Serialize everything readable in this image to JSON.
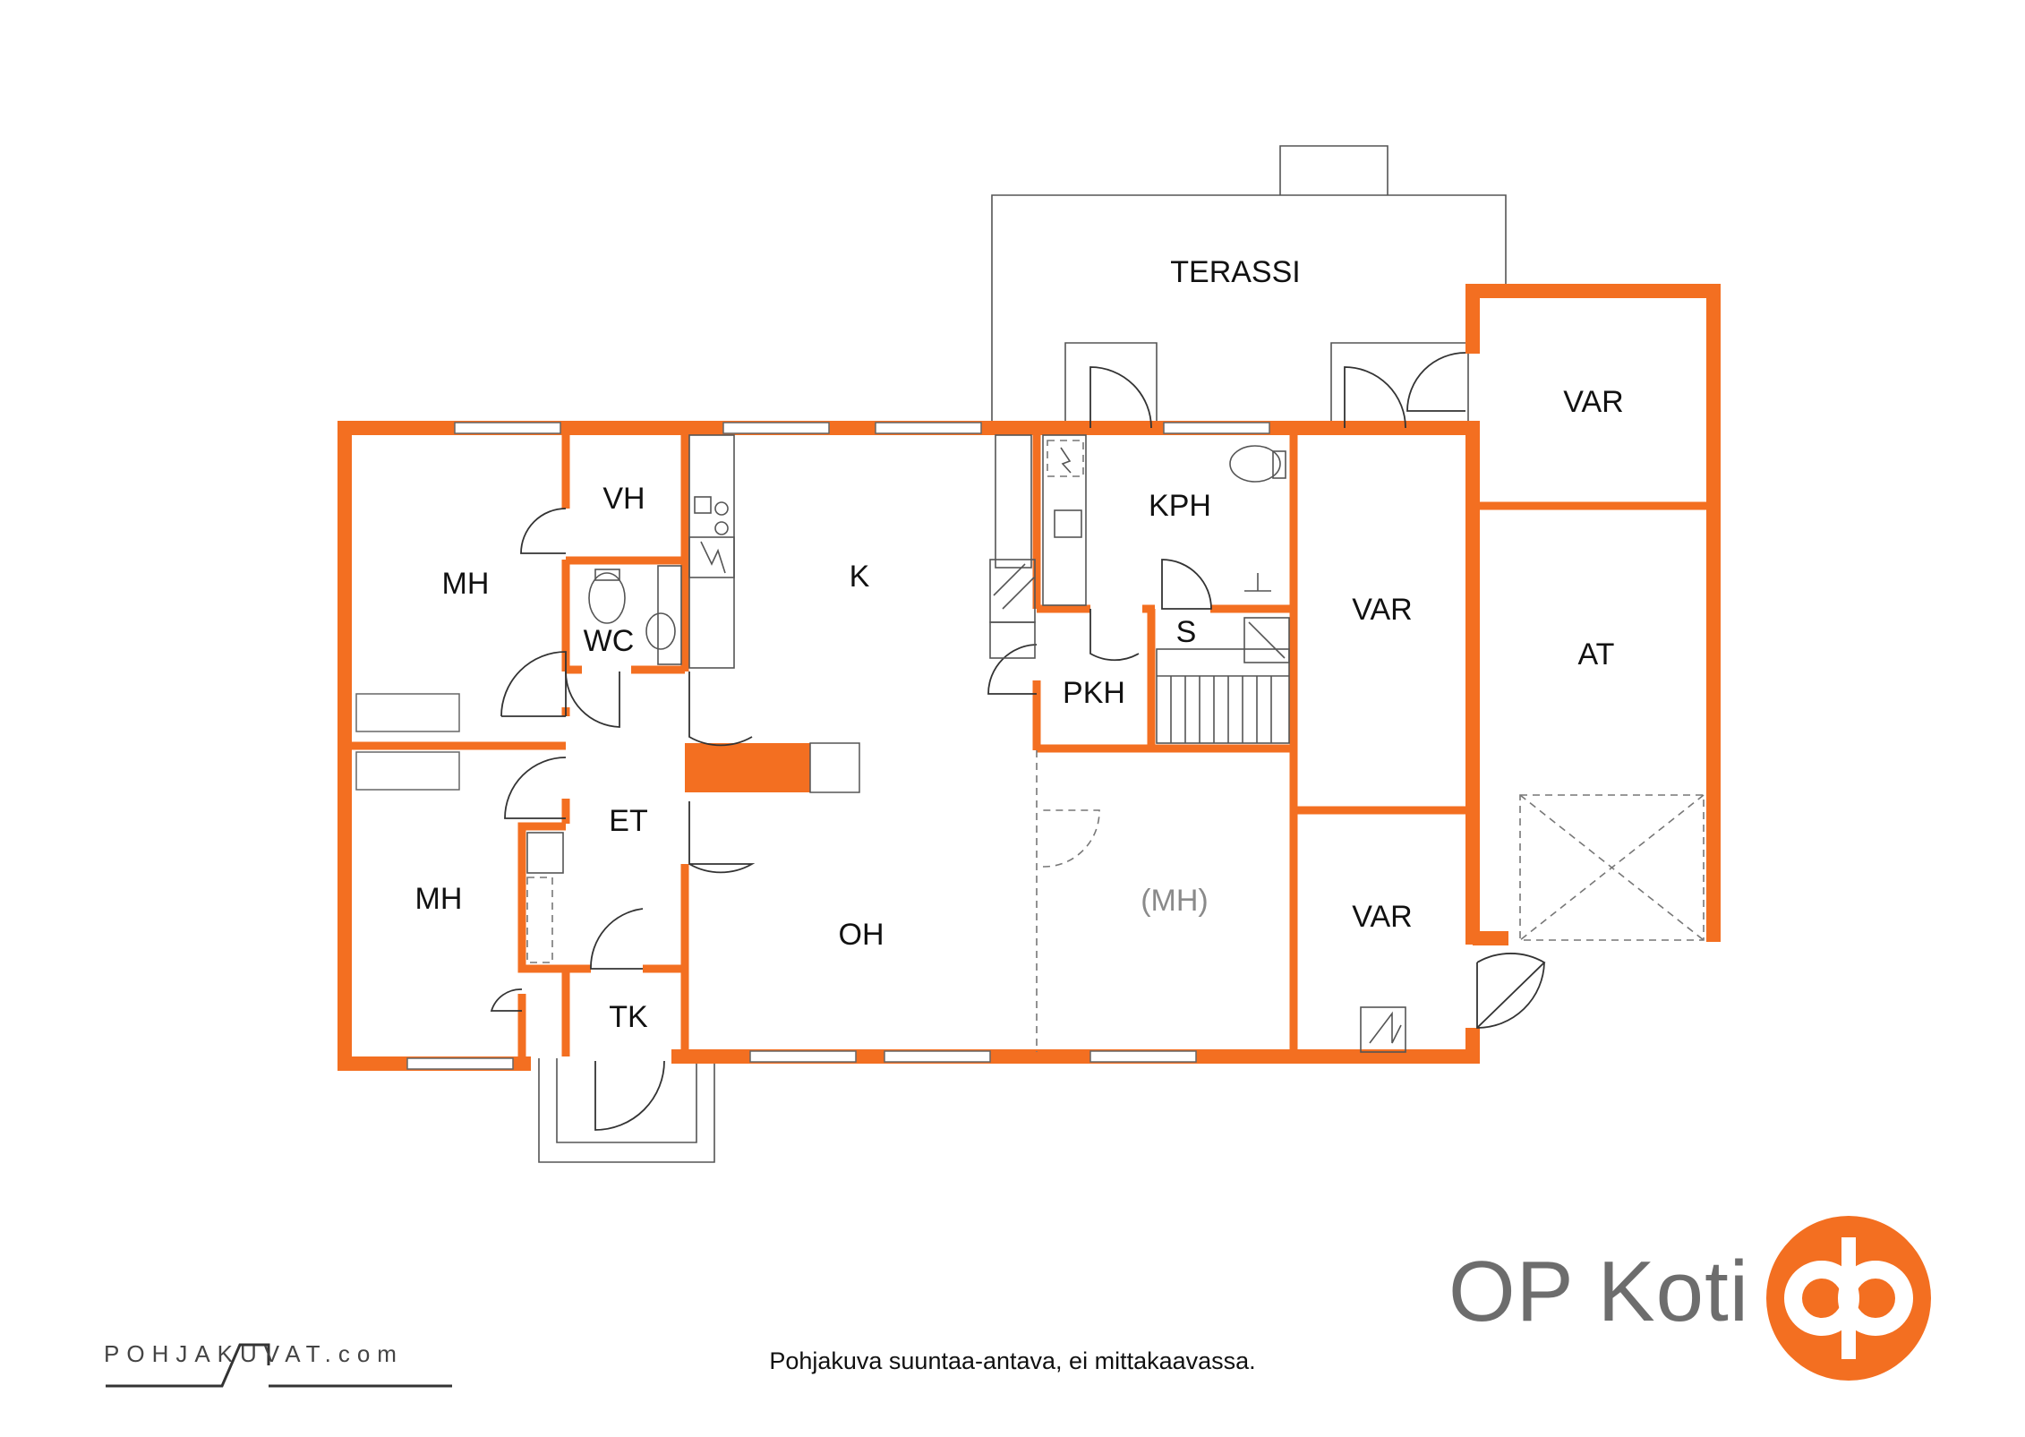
{
  "floorplan": {
    "rooms": {
      "terassi": "TERASSI",
      "var_top": "VAR",
      "kph": "KPH",
      "vh": "VH",
      "mh_top": "MH",
      "k": "K",
      "wc": "WC",
      "var_mid": "VAR",
      "at": "AT",
      "s": "S",
      "pkh": "PKH",
      "et": "ET",
      "mh_bottom": "MH",
      "oh": "OH",
      "mh_optional": "(MH)",
      "var_bottom": "VAR",
      "tk": "TK"
    },
    "colors": {
      "wall": "#f36f21",
      "line": "#555555",
      "brand": "#f36f21",
      "brand_text": "#6d6d6d"
    }
  },
  "footer": {
    "disclaimer": "Pohjakuva suuntaa-antava, ei mittakaavassa."
  },
  "credit": {
    "logo_text": "POHJAKUVAT.com"
  },
  "brand": {
    "name": "OP Koti",
    "logo_icon": "op-logo-icon"
  }
}
